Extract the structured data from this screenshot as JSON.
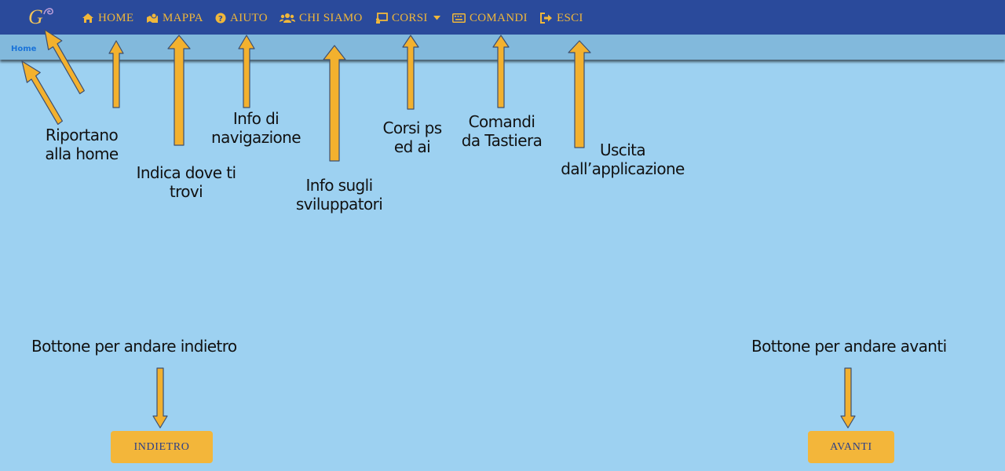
{
  "navbar": {
    "brand_logo": "G",
    "items": [
      {
        "label": "HOME",
        "icon": "home-icon"
      },
      {
        "label": "MAPPA",
        "icon": "map-icon"
      },
      {
        "label": "AIUTO",
        "icon": "question-circle-icon"
      },
      {
        "label": "CHI SIAMO",
        "icon": "users-icon"
      },
      {
        "label": "CORSI",
        "icon": "chalkboard-icon",
        "has_dropdown": true
      },
      {
        "label": "COMANDI",
        "icon": "keyboard-icon"
      },
      {
        "label": "ESCI",
        "icon": "sign-out-icon"
      }
    ]
  },
  "breadcrumb": {
    "current": "Home"
  },
  "annotations": {
    "home": "Riportano alla home",
    "mappa": "Indica dove ti trovi",
    "aiuto": "Info di navigazione",
    "chi_siamo": "Info sugli sviluppatori",
    "corsi": "Corsi ps ed ai",
    "comandi": "Comandi da Tastiera",
    "esci": "Uscita dall’applicazione",
    "back": "Bottone per andare indietro",
    "forward": "Bottone per andare avanti"
  },
  "buttons": {
    "back": "INDIETRO",
    "forward": "AVANTI"
  },
  "colors": {
    "navbar": "#2a4a9b",
    "nav_text": "#f0b73a",
    "background": "#9dd1f1",
    "crumbbar": "#82b9dc",
    "arrow": "#f3b12e",
    "button": "#f3b63a"
  }
}
